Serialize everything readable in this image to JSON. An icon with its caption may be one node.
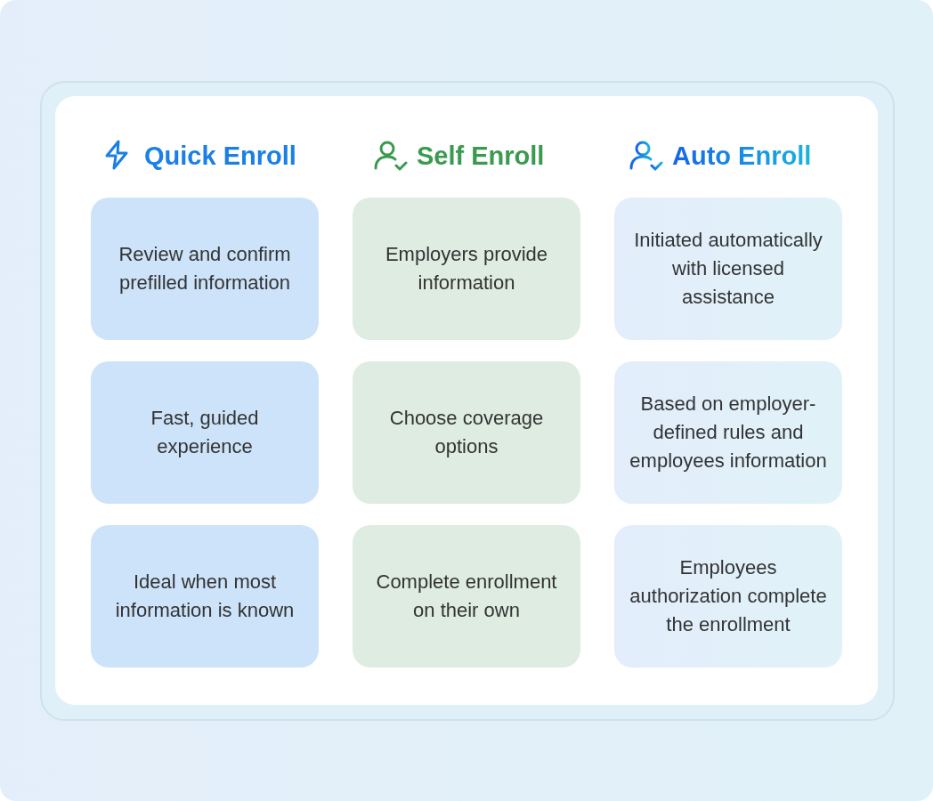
{
  "diagram": {
    "nodes": [
      {
        "text": [
          "Review and confirm prefilled information"
        ]
      },
      {
        "text": [
          "Employers provide information"
        ]
      },
      {
        "text": [
          "Initiated automatically with licensed assistance"
        ]
      },
      {
        "text": [
          "Fast, guided experience"
        ]
      },
      {
        "text": [
          "Choose coverage options"
        ]
      },
      {
        "text": [
          "Based on employer-defined rules and employees information"
        ]
      },
      {
        "text": [
          "Ideal when most information is known"
        ]
      },
      {
        "text": [
          "Complete enrollment on their own"
        ]
      },
      {
        "text": [
          "Employees authorization complete the enrollment"
        ]
      }
    ],
    "labels": [
      "Quick Enroll",
      "Self Enroll",
      "Auto Enroll"
    ]
  }
}
